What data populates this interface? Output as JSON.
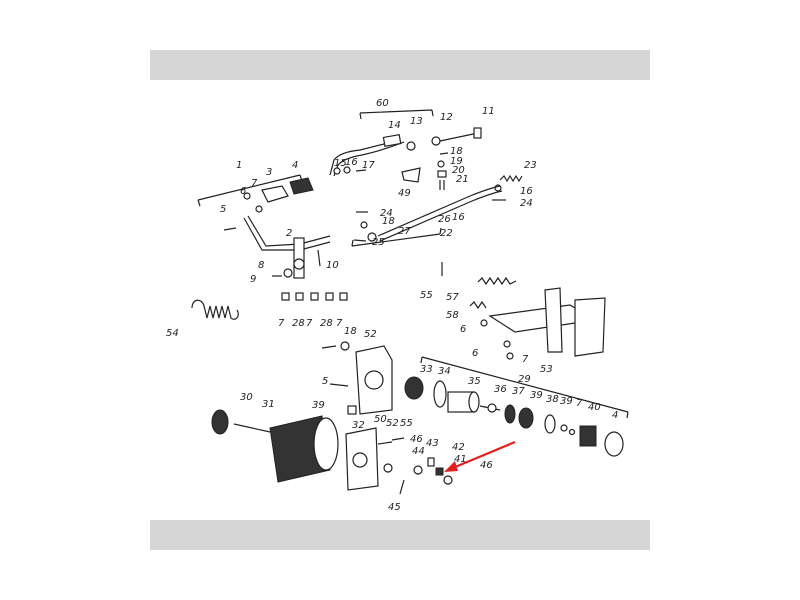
{
  "diagram": {
    "labels": [
      {
        "id": "l60",
        "text": "60"
      },
      {
        "id": "l14",
        "text": "14"
      },
      {
        "id": "l13",
        "text": "13"
      },
      {
        "id": "l12",
        "text": "12"
      },
      {
        "id": "l11",
        "text": "11"
      },
      {
        "id": "l1",
        "text": "1"
      },
      {
        "id": "l15",
        "text": "15"
      },
      {
        "id": "l16a",
        "text": "16"
      },
      {
        "id": "l17",
        "text": "17"
      },
      {
        "id": "l18a",
        "text": "18"
      },
      {
        "id": "l19",
        "text": "19"
      },
      {
        "id": "l20",
        "text": "20"
      },
      {
        "id": "l21",
        "text": "21"
      },
      {
        "id": "l23",
        "text": "23"
      },
      {
        "id": "l16b",
        "text": "16"
      },
      {
        "id": "l24a",
        "text": "24"
      },
      {
        "id": "l6a",
        "text": "6"
      },
      {
        "id": "l7a",
        "text": "7"
      },
      {
        "id": "l3",
        "text": "3"
      },
      {
        "id": "l4a",
        "text": "4"
      },
      {
        "id": "l5a",
        "text": "5"
      },
      {
        "id": "l49",
        "text": "49"
      },
      {
        "id": "l24b",
        "text": "24"
      },
      {
        "id": "l18b",
        "text": "18"
      },
      {
        "id": "l26",
        "text": "26"
      },
      {
        "id": "l16c",
        "text": "16"
      },
      {
        "id": "l27",
        "text": "27"
      },
      {
        "id": "l22",
        "text": "22"
      },
      {
        "id": "l25",
        "text": "25"
      },
      {
        "id": "l2",
        "text": "2"
      },
      {
        "id": "l8",
        "text": "8"
      },
      {
        "id": "l10",
        "text": "10"
      },
      {
        "id": "l9",
        "text": "9"
      },
      {
        "id": "l55a",
        "text": "55"
      },
      {
        "id": "l57",
        "text": "57"
      },
      {
        "id": "l58",
        "text": "58"
      },
      {
        "id": "l6b",
        "text": "6"
      },
      {
        "id": "l54",
        "text": "54"
      },
      {
        "id": "l7b",
        "text": "7"
      },
      {
        "id": "l28a",
        "text": "28"
      },
      {
        "id": "l7c",
        "text": "7"
      },
      {
        "id": "l28b",
        "text": "28"
      },
      {
        "id": "l7d",
        "text": "7"
      },
      {
        "id": "l18c",
        "text": "18"
      },
      {
        "id": "l52a",
        "text": "52"
      },
      {
        "id": "l6c",
        "text": "6"
      },
      {
        "id": "l7e",
        "text": "7"
      },
      {
        "id": "l53",
        "text": "53"
      },
      {
        "id": "l33",
        "text": "33"
      },
      {
        "id": "l34",
        "text": "34"
      },
      {
        "id": "l29",
        "text": "29"
      },
      {
        "id": "l5b",
        "text": "5"
      },
      {
        "id": "l35",
        "text": "35"
      },
      {
        "id": "l36",
        "text": "36"
      },
      {
        "id": "l37",
        "text": "37"
      },
      {
        "id": "l39a",
        "text": "39"
      },
      {
        "id": "l38",
        "text": "38"
      },
      {
        "id": "l39b",
        "text": "39"
      },
      {
        "id": "l7f",
        "text": "7"
      },
      {
        "id": "l40",
        "text": "40"
      },
      {
        "id": "l4b",
        "text": "4"
      },
      {
        "id": "l30",
        "text": "30"
      },
      {
        "id": "l31",
        "text": "31"
      },
      {
        "id": "l39c",
        "text": "39"
      },
      {
        "id": "l32",
        "text": "32"
      },
      {
        "id": "l50",
        "text": "50"
      },
      {
        "id": "l52b",
        "text": "52"
      },
      {
        "id": "l55b",
        "text": "55"
      },
      {
        "id": "l46a",
        "text": "46"
      },
      {
        "id": "l43",
        "text": "43"
      },
      {
        "id": "l42",
        "text": "42"
      },
      {
        "id": "l44",
        "text": "44"
      },
      {
        "id": "l41",
        "text": "41"
      },
      {
        "id": "l46b",
        "text": "46"
      },
      {
        "id": "l45",
        "text": "45"
      }
    ],
    "arrow_color": "#e02020",
    "band_color": "#d6d6d6"
  }
}
